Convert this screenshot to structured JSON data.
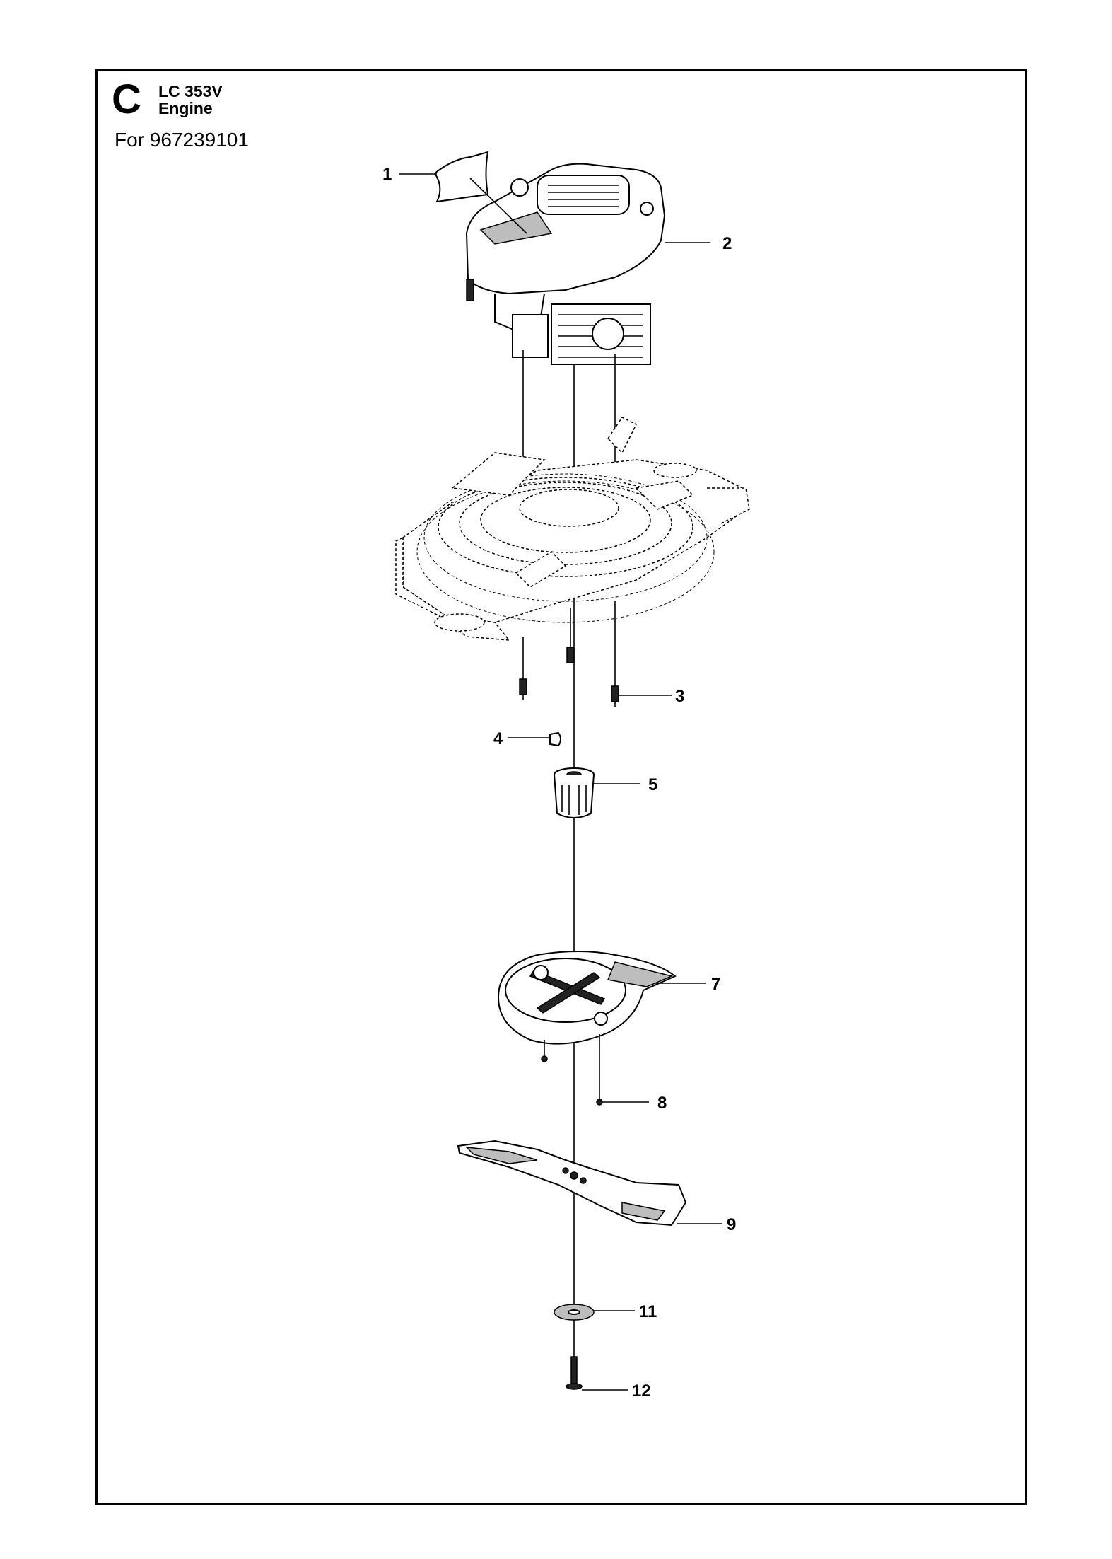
{
  "header": {
    "section": "C",
    "model": "LC 353V",
    "subtitle": "Engine",
    "for_line": "For 967239101"
  },
  "callouts": [
    "1",
    "2",
    "3",
    "4",
    "5",
    "7",
    "8",
    "9",
    "11",
    "12"
  ]
}
